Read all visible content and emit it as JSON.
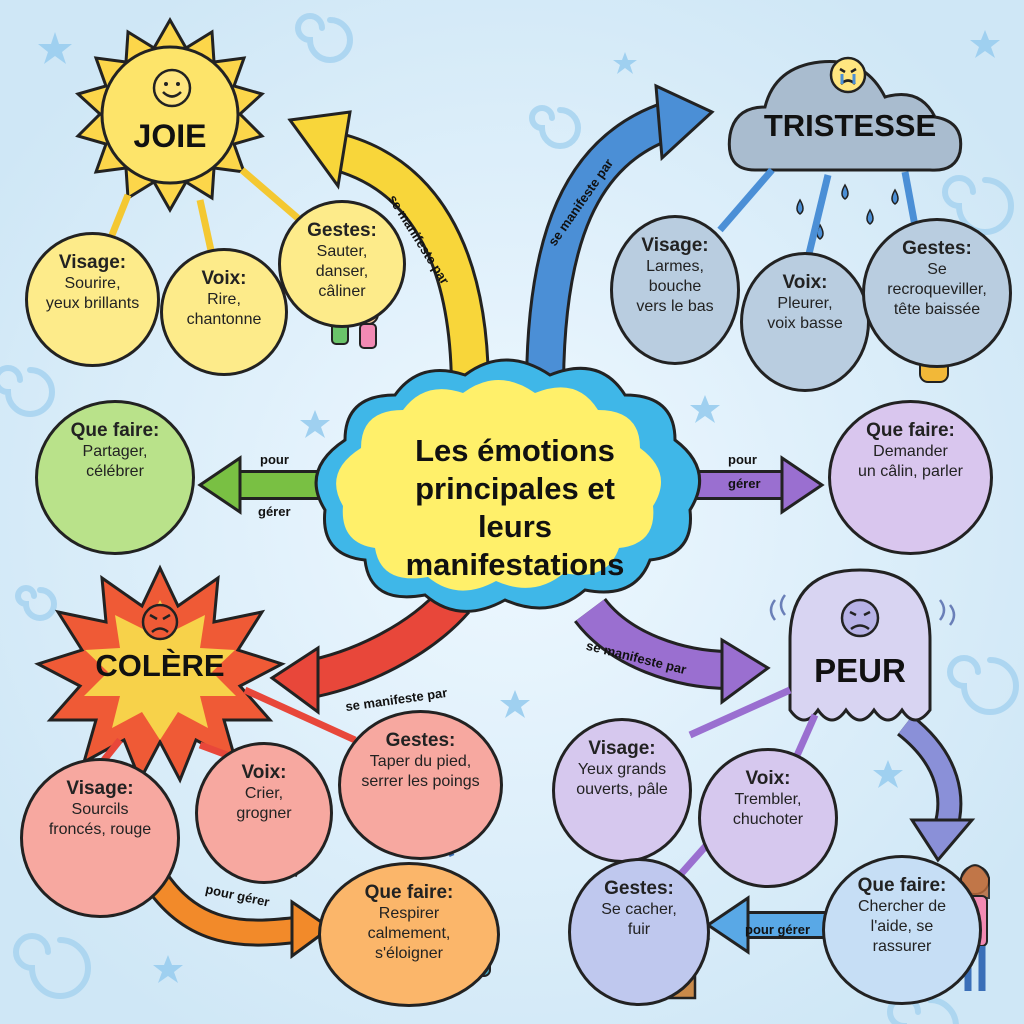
{
  "central": {
    "line1": "Les émotions",
    "line2": "principales et leurs",
    "line3": "manifestations"
  },
  "emotions": {
    "joie": {
      "name": "JOIE",
      "link_label": "se manifeste par",
      "manage_label_1": "pour",
      "manage_label_2": "gérer",
      "visage": {
        "title": "Visage:",
        "l1": "Sourire,",
        "l2": "yeux brillants"
      },
      "voix": {
        "title": "Voix:",
        "l1": "Rire,",
        "l2": "chantonne"
      },
      "gestes": {
        "title": "Gestes:",
        "l1": "Sauter,",
        "l2": "danser,",
        "l3": "câliner"
      },
      "que_faire": {
        "title": "Que faire:",
        "l1": "Partager,",
        "l2": "célébrer"
      }
    },
    "tristesse": {
      "name": "TRISTESSE",
      "link_label": "se manifeste par",
      "manage_label_1": "pour",
      "manage_label_2": "gérer",
      "visage": {
        "title": "Visage:",
        "l1": "Larmes,",
        "l2": "bouche",
        "l3": "vers le bas"
      },
      "voix": {
        "title": "Voix:",
        "l1": "Pleurer,",
        "l2": "voix basse"
      },
      "gestes": {
        "title": "Gestes:",
        "l1": "Se",
        "l2": "recroqueviller,",
        "l3": "tête baissée"
      },
      "que_faire": {
        "title": "Que faire:",
        "l1": "Demander",
        "l2": "un câlin, parler"
      }
    },
    "colere": {
      "name": "COLÈRE",
      "link_label": "se manifeste par",
      "manage_label": "pour gérer",
      "visage": {
        "title": "Visage:",
        "l1": "Sourcils",
        "l2": "froncés, rouge"
      },
      "voix": {
        "title": "Voix:",
        "l1": "Crier,",
        "l2": "grogner"
      },
      "gestes": {
        "title": "Gestes:",
        "l1": "Taper du pied,",
        "l2": "serrer les poings"
      },
      "que_faire": {
        "title": "Que faire:",
        "l1": "Respirer",
        "l2": "calmement,",
        "l3": "s'éloigner"
      }
    },
    "peur": {
      "name": "PEUR",
      "link_label": "se manifeste par",
      "manage_label": "pour gérer",
      "visage": {
        "title": "Visage:",
        "l1": "Yeux grands",
        "l2": "ouverts, pâle"
      },
      "voix": {
        "title": "Voix:",
        "l1": "Trembler,",
        "l2": "chuchoter"
      },
      "gestes": {
        "title": "Gestes:",
        "l1": "Se cacher,",
        "l2": "fuir"
      },
      "que_faire": {
        "title": "Que faire:",
        "l1": "Chercher de",
        "l2": "l'aide, se",
        "l3": "rassurer"
      }
    }
  },
  "colors": {
    "joie": "#fde98a",
    "joie_arrow": "#f8d63a",
    "tristesse": "#b9cde0",
    "tristesse_arrow": "#4b8fd6",
    "colere": "#f7a8a0",
    "colere_arrow": "#e8473a",
    "peur": "#cfc3ea",
    "peur_arrow": "#9a6fd0",
    "green": "#b9e28a",
    "green_arrow": "#79c043",
    "orange": "#fbb66a",
    "orange_arrow": "#f28a2a",
    "blue_light": "#c6def5",
    "blue_arrow": "#59a8e6",
    "cloud": "#fff06a",
    "cloud_border": "#3fb7e8"
  },
  "icons": [
    "sun-icon",
    "rain-cloud-icon",
    "explosion-icon",
    "ghost-icon",
    "smiley-icon",
    "crying-face-icon",
    "angry-face-icon",
    "scared-face-icon",
    "music-note-icon",
    "star-icon",
    "swirl-icon",
    "box-icon"
  ]
}
